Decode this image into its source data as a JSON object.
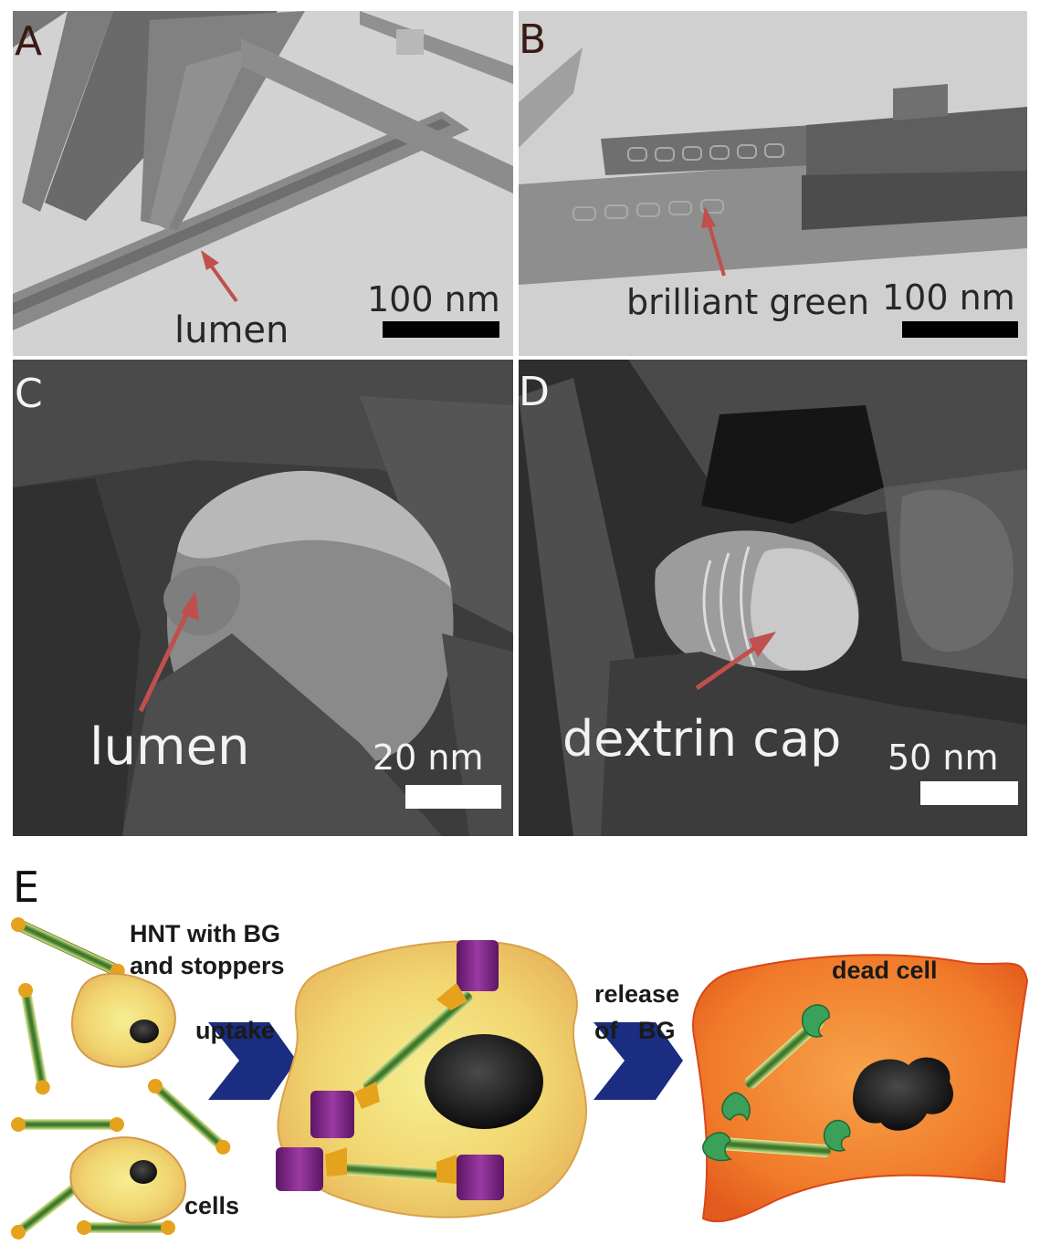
{
  "panels": {
    "a": {
      "label": "A",
      "annotation": "lumen",
      "scale": "100 nm"
    },
    "b": {
      "label": "B",
      "annotation": "brilliant green",
      "scale": "100 nm"
    },
    "c": {
      "label": "C",
      "annotation": "lumen",
      "scale": "20 nm"
    },
    "d": {
      "label": "D",
      "annotation": "dextrin cap",
      "scale": "50 nm"
    }
  },
  "schematic": {
    "label": "E",
    "hnt_line1": "HNT with BG",
    "hnt_line2": "and stoppers",
    "uptake": "uptake",
    "release_line1": "release",
    "release_line2": "of   BG",
    "dead_cell": "dead cell",
    "cells": "cells"
  },
  "colors": {
    "arrow_red": "#c0504d",
    "cell_yellow": "#f2d86a",
    "dead_cell_orange": "#f07a2a",
    "stopper_purple": "#7b1f82",
    "chevron_navy": "#1a2d80",
    "tube_green": "#6f9a3c",
    "cap_gold": "#e5a21c"
  }
}
